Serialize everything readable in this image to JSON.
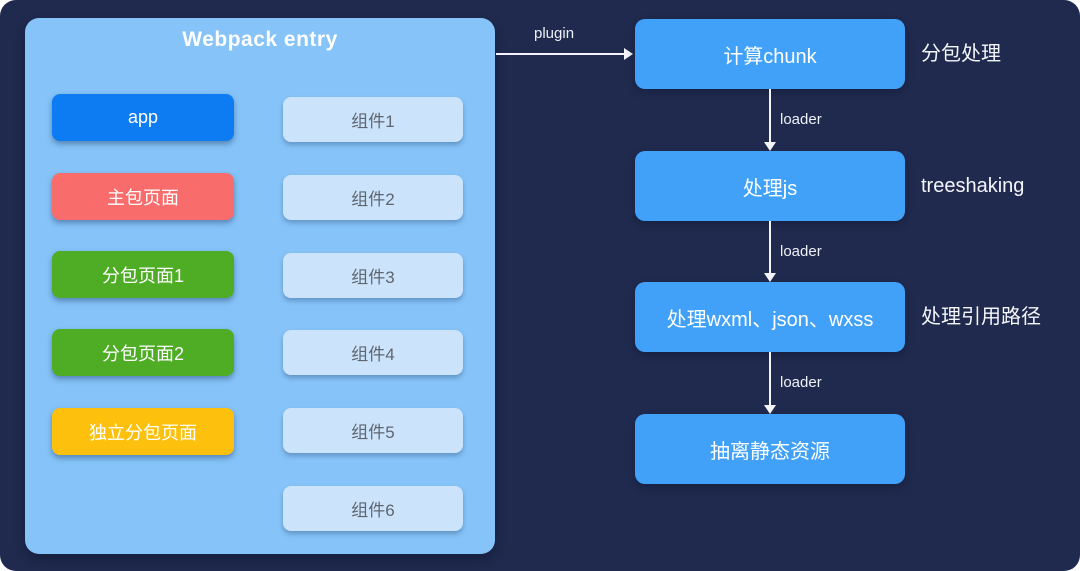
{
  "page": {
    "background": "#ffffff",
    "card_color": "#1f2a4e"
  },
  "panel": {
    "title": "Webpack entry",
    "background": "#85c3f8",
    "entries": [
      {
        "label": "app",
        "color": "#0d7bf2"
      },
      {
        "label": "主包页面",
        "color": "#f96c6c"
      },
      {
        "label": "分包页面1",
        "color": "#4ead25"
      },
      {
        "label": "分包页面2",
        "color": "#4ead25"
      },
      {
        "label": "独立分包页面",
        "color": "#fdc00d"
      }
    ],
    "component_color": "#cbe4fb",
    "component_text_color": "#5f6570",
    "components": [
      {
        "label": "组件1"
      },
      {
        "label": "组件2"
      },
      {
        "label": "组件3"
      },
      {
        "label": "组件4"
      },
      {
        "label": "组件5"
      },
      {
        "label": "组件6"
      }
    ]
  },
  "flow": {
    "box_color": "#41a1f8",
    "entry_arrow_label": "plugin",
    "arrow_labels": [
      "loader",
      "loader",
      "loader"
    ],
    "steps": [
      {
        "label": "计算chunk",
        "side_label": "分包处理"
      },
      {
        "label": "处理js",
        "side_label": "treeshaking"
      },
      {
        "label": "处理wxml、json、wxss",
        "side_label": "处理引用路径"
      },
      {
        "label": "抽离静态资源",
        "side_label": ""
      }
    ]
  }
}
